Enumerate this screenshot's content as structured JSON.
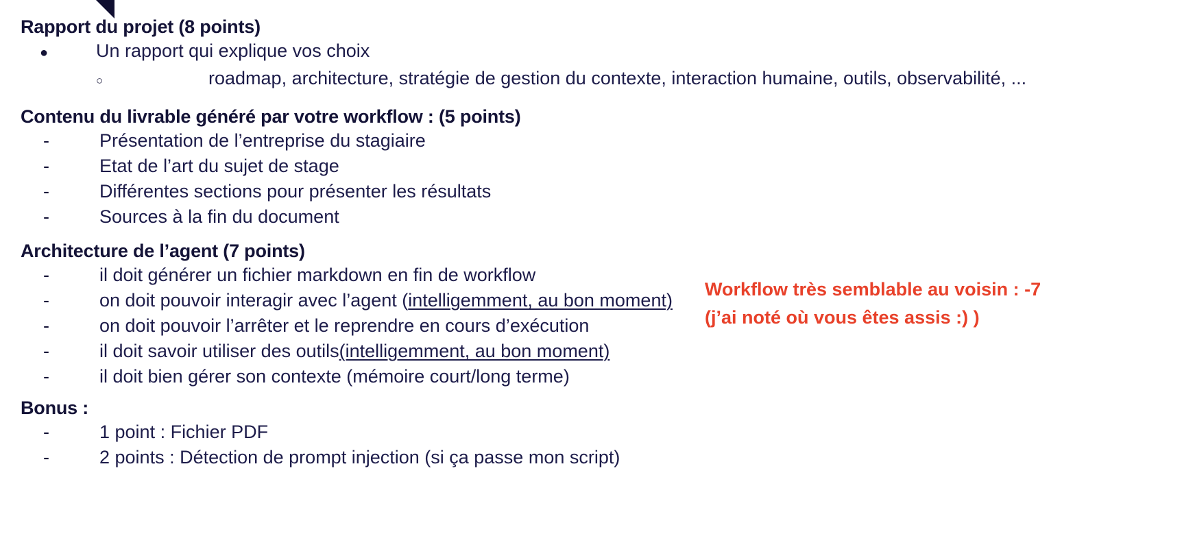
{
  "slide": {
    "background_color": "#ffffff",
    "text_color": "#141337",
    "accent_color": "#e8412a",
    "decor_color": "#100f31"
  },
  "sections": [
    {
      "id": "rapport",
      "heading": "Rapport du projet  (8 points)",
      "items": [
        {
          "marker": "disc-bullet",
          "marker_glyph": "●",
          "text": "Un rapport qui explique vos choix"
        },
        {
          "marker": "circle-bullet",
          "marker_glyph": "○",
          "text": "roadmap, architecture, stratégie de gestion du contexte, interaction humaine, outils, observabilité, ..."
        }
      ]
    },
    {
      "id": "contenu",
      "heading": "Contenu du livrable généré par votre workflow : (5 points)",
      "items": [
        {
          "marker": "dash",
          "marker_glyph": "-",
          "text": "Présentation de l’entreprise du stagiaire"
        },
        {
          "marker": "dash",
          "marker_glyph": "-",
          "text": "Etat de l’art du sujet de stage"
        },
        {
          "marker": "dash",
          "marker_glyph": "-",
          "text": "Différentes sections pour présenter les résultats"
        },
        {
          "marker": "dash",
          "marker_glyph": "-",
          "text": "Sources à la fin du document"
        }
      ]
    },
    {
      "id": "architecture",
      "heading": "Architecture de l’agent (7 points)",
      "items": [
        {
          "marker": "dash",
          "marker_glyph": "-",
          "text": "il doit générer un fichier markdown en fin de workflow"
        },
        {
          "marker": "dash",
          "marker_glyph": "-",
          "text_before": "on doit pouvoir interagir avec l’agent (",
          "text_underlined": "intelligemment, au bon moment)",
          "text_after": ""
        },
        {
          "marker": "dash",
          "marker_glyph": "-",
          "text": "on doit pouvoir l’arrêter et le reprendre en cours d’exécution"
        },
        {
          "marker": "dash",
          "marker_glyph": "-",
          "text_before": "il doit savoir utiliser des outils ",
          "text_underlined": "(intelligemment, au bon moment)",
          "text_after": ""
        },
        {
          "marker": "dash",
          "marker_glyph": "-",
          "text": "il doit bien gérer son contexte (mémoire court/long terme)"
        }
      ]
    },
    {
      "id": "bonus",
      "heading": "Bonus :",
      "items": [
        {
          "marker": "dash",
          "marker_glyph": "-",
          "text": "1 point : Fichier PDF"
        },
        {
          "marker": "dash",
          "marker_glyph": "-",
          "text": "2 points : Détection de prompt injection (si ça passe mon script)"
        }
      ]
    }
  ],
  "annotation": {
    "line1": "Workflow très semblable au voisin : -7",
    "line2": "(j’ai noté où vous êtes assis :) )"
  }
}
